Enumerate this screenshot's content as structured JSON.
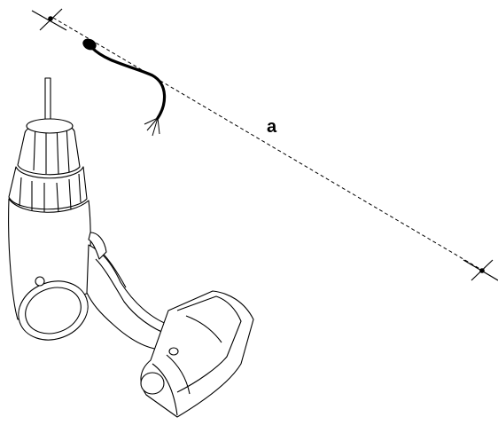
{
  "diagram": {
    "line_label": "a",
    "colors": {
      "ink": "#000000",
      "paper": "#ffffff"
    },
    "elements": [
      "cross-marker-top-left",
      "cross-marker-bottom-right",
      "dashed-measurement-line",
      "cable-wire",
      "cordless-drill"
    ]
  }
}
